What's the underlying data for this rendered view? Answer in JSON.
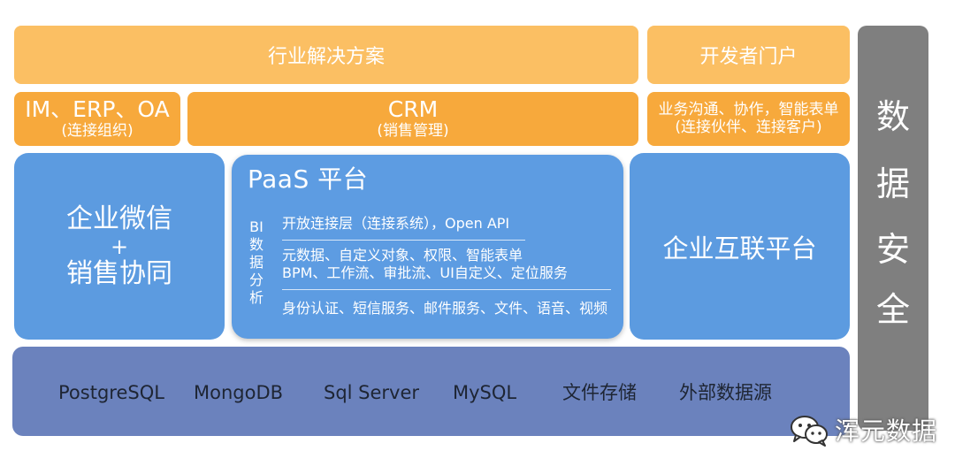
{
  "top": {
    "industry_solutions": "行业解决方案",
    "developer_portal": "开发者门户"
  },
  "apps": {
    "im_main": "IM、ERP、OA",
    "im_sub": "(连接组织)",
    "crm_main": "CRM",
    "crm_sub": "(销售管理)",
    "partner_main": "业务沟通、协作，智能表单",
    "partner_sub": "(连接伙伴、连接客户)"
  },
  "platform": {
    "wework_line1": "企业微信",
    "wework_plus": "+",
    "wework_line2": "销售协同",
    "paas_title": "PaaS 平台",
    "bi_chars": [
      "BI",
      "数",
      "据",
      "分",
      "析"
    ],
    "row1": "开放连接层（连接系统），Open API",
    "row2": "元数据、自定义对象、权限、智能表单",
    "row3": "BPM、工作流、审批流、UI自定义、定位服务",
    "row4": "身份认证、短信服务、邮件服务、文件、语音、视频",
    "interconnect": "企业互联平台"
  },
  "storage": {
    "items": [
      "PostgreSQL",
      "MongoDB",
      "Sql Server",
      "MySQL",
      "文件存储",
      "外部数据源"
    ]
  },
  "security": {
    "chars": [
      "数",
      "据",
      "安",
      "全"
    ]
  },
  "watermark": {
    "text": "浑元数据",
    "icon": "wechat-icon"
  },
  "colors": {
    "light_orange": "#fbbf63",
    "orange": "#f7a93c",
    "blue": "#5c9be0",
    "indigo": "#6b82bd",
    "gray": "#7f7f7f"
  }
}
